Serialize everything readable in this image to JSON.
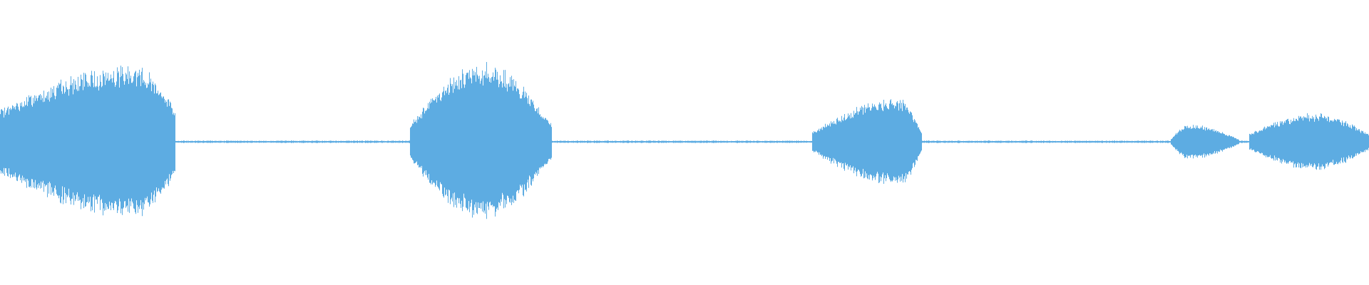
{
  "waveform": {
    "color": "#5DACE2",
    "background": "#FFFFFF",
    "bursts": [
      {
        "start": 0.0,
        "end": 0.128,
        "peak": 0.098,
        "level": 0.98,
        "base": 0.42
      },
      {
        "start": 0.299,
        "end": 0.403,
        "peak": 0.352,
        "level": 1.0,
        "base": 0.22
      },
      {
        "start": 0.593,
        "end": 0.673,
        "peak": 0.656,
        "level": 0.56,
        "base": 0.22
      },
      {
        "start": 0.855,
        "end": 0.905,
        "peak": 0.868,
        "level": 0.22,
        "base": 0.14
      },
      {
        "start": 0.912,
        "end": 1.0,
        "peak": 0.96,
        "level": 0.36,
        "base": 0.27
      }
    ],
    "noise_floor": 0.012
  }
}
